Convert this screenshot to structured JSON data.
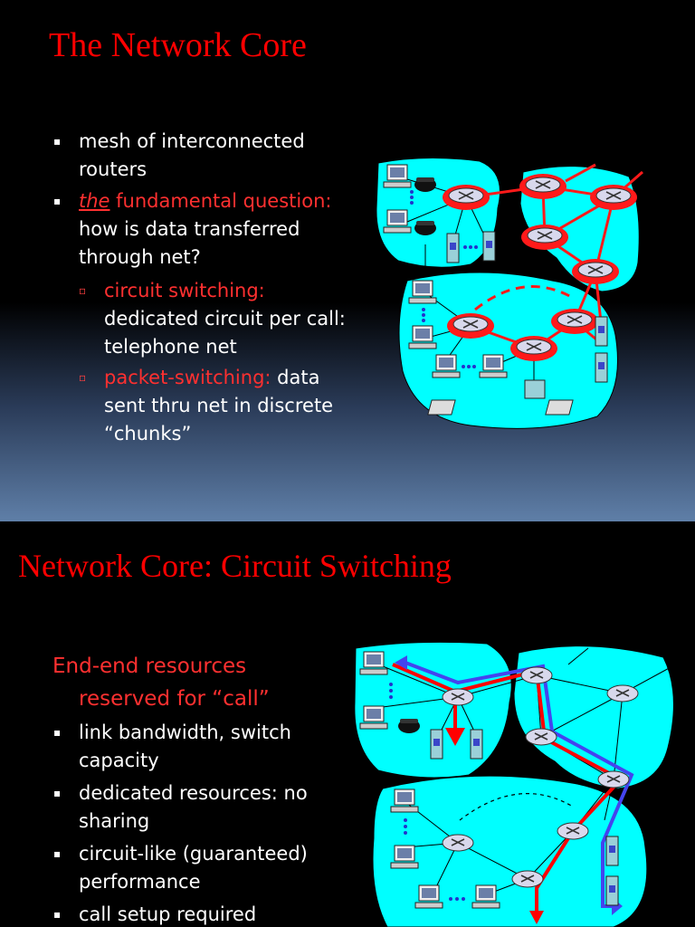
{
  "slide1": {
    "title": "The Network Core",
    "bullets": [
      {
        "text": "mesh of interconnected routers"
      },
      {
        "emph": "the",
        "rest": " fundamental question:",
        "line2": "how is data transferred through net?"
      }
    ],
    "sub_bullets": [
      {
        "label": "circuit switching:",
        "rest": "dedicated circuit per call: telephone net"
      },
      {
        "label": "packet-switching:",
        "rest": " data sent thru net in discrete “chunks”"
      }
    ],
    "colors": {
      "accent": "#ff0000",
      "cloud": "#00ffff"
    }
  },
  "slide2": {
    "title": "Network Core: Circuit Switching",
    "heading": "End-end resources reserved for “call”",
    "bullets": [
      "link bandwidth,  switch capacity",
      "dedicated resources: no sharing",
      "circuit-like (guaranteed) performance",
      "call setup required"
    ],
    "colors": {
      "path_red": "#ff0000",
      "path_blue": "#4444ee"
    }
  }
}
